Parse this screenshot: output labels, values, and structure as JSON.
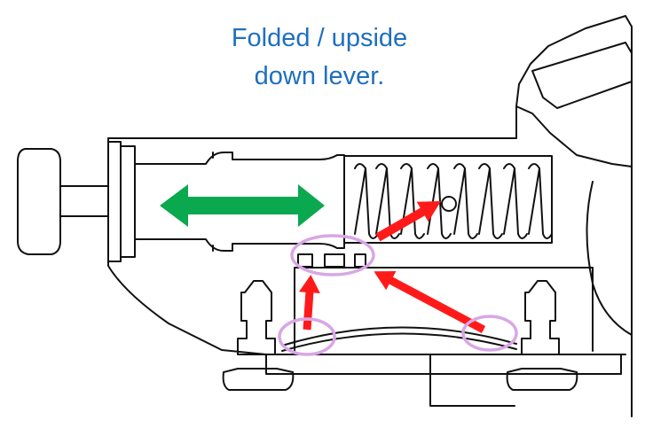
{
  "caption": {
    "line1": "Folded / upside",
    "line2": "down lever."
  },
  "colors": {
    "caption_text": "#1F6FBF",
    "outline": "#111111",
    "motion_arrow": "#0AA84F",
    "force_arrow": "#FF1A1A",
    "highlight_circle": "#D9A6E6"
  },
  "annotations": {
    "motion_arrow": "double-headed green arrow indicating sliding direction",
    "force_arrows": 3,
    "highlight_circles": 3
  }
}
